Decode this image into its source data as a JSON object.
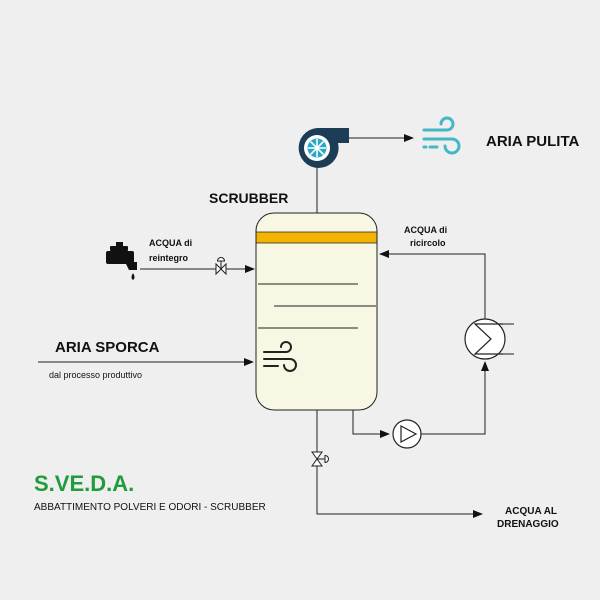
{
  "labels": {
    "scrubber": "SCRUBBER",
    "clean_air": "ARIA PULITA",
    "makeup_water_1": "ACQUA di",
    "makeup_water_2": "reintegro",
    "recirc_water_1": "ACQUA di",
    "recirc_water_2": "ricircolo",
    "dirty_air": "ARIA SPORCA",
    "dirty_air_sub": "dal processo produttivo",
    "drain_1": "ACQUA AL",
    "drain_2": "DRENAGGIO"
  },
  "brand": {
    "name": "S.VE.D.A.",
    "subtitle": "ABBATTIMENTO POLVERI E ODORI - SCRUBBER"
  },
  "colors": {
    "background": "#efefef",
    "vessel_fill": "#f7f7e3",
    "packing_band": "#f2b400",
    "fan_dark": "#1d3d57",
    "fan_accent": "#29a6c8",
    "clean_air_icon": "#44b7c3",
    "brand_green": "#1f9c3b"
  },
  "icons": {
    "fan": "centrifugal-fan-icon",
    "clean_air": "wind-icon",
    "tap": "water-tap-icon",
    "dirty_air": "wind-icon",
    "pump": "pump-icon",
    "heat_exchanger": "heat-exchanger-icon",
    "valve": "valve-icon"
  }
}
